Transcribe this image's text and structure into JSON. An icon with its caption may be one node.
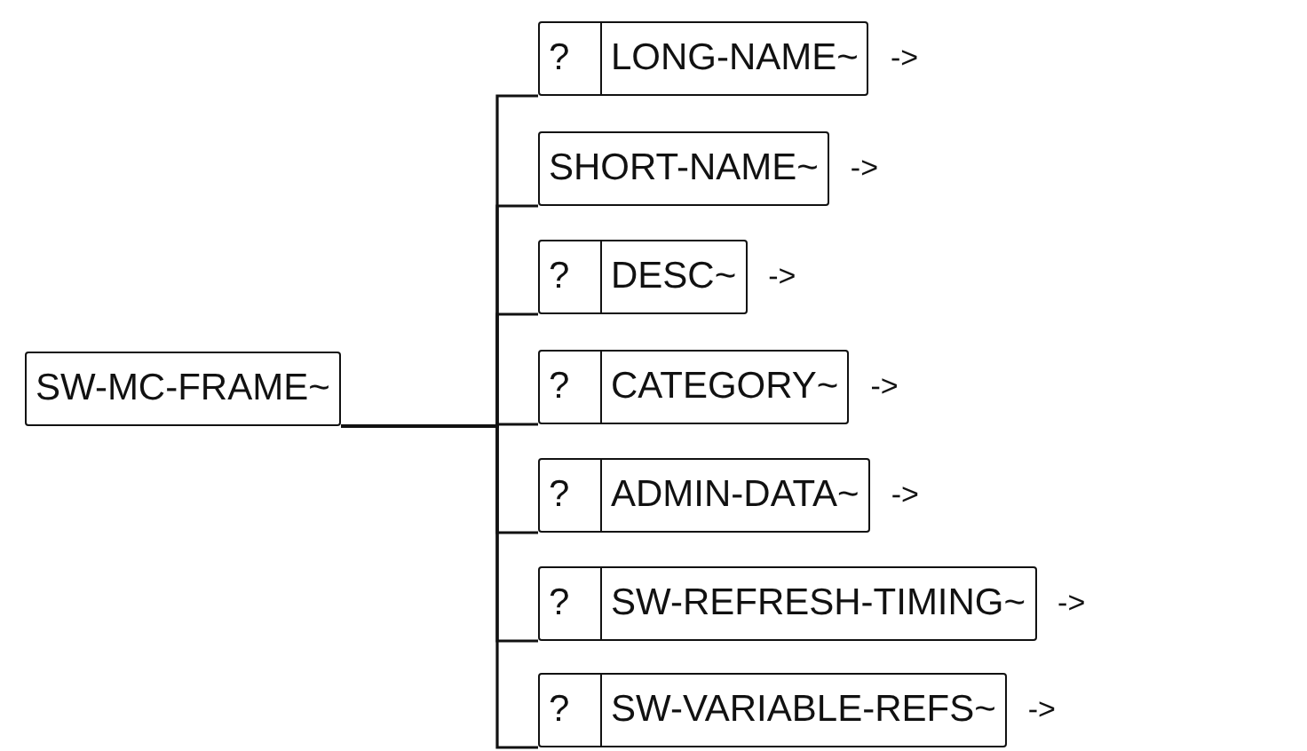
{
  "diagram": {
    "nodes": [
      {
        "text": [
          "SW-MC-FRAME~"
        ]
      },
      {
        "text": [
          "?",
          "LONG-NAME~"
        ],
        "beside": [
          "->"
        ]
      },
      {
        "text": [
          "SHORT-NAME~"
        ],
        "beside": [
          "->"
        ]
      },
      {
        "text": [
          "?",
          "DESC~"
        ],
        "beside": [
          "->"
        ]
      },
      {
        "text": [
          "?",
          "CATEGORY~"
        ],
        "beside": [
          "->"
        ]
      },
      {
        "text": [
          "?",
          "ADMIN-DATA~"
        ],
        "beside": [
          "->"
        ]
      },
      {
        "text": [
          "?",
          "SW-REFRESH-TIMING~"
        ],
        "beside": [
          "->"
        ]
      },
      {
        "text": [
          "?",
          "SW-VARIABLE-REFS~"
        ],
        "beside": [
          "->"
        ]
      }
    ],
    "edges": [
      {
        "from": 0,
        "to": 1,
        "arrow": "none"
      },
      {
        "from": 0,
        "to": 2,
        "arrow": "none"
      },
      {
        "from": 0,
        "to": 3,
        "arrow": "none"
      },
      {
        "from": 0,
        "to": 4,
        "arrow": "none"
      },
      {
        "from": 0,
        "to": 5,
        "arrow": "none"
      },
      {
        "from": 0,
        "to": 6,
        "arrow": "none"
      },
      {
        "from": 0,
        "to": 7,
        "arrow": "none"
      }
    ]
  }
}
